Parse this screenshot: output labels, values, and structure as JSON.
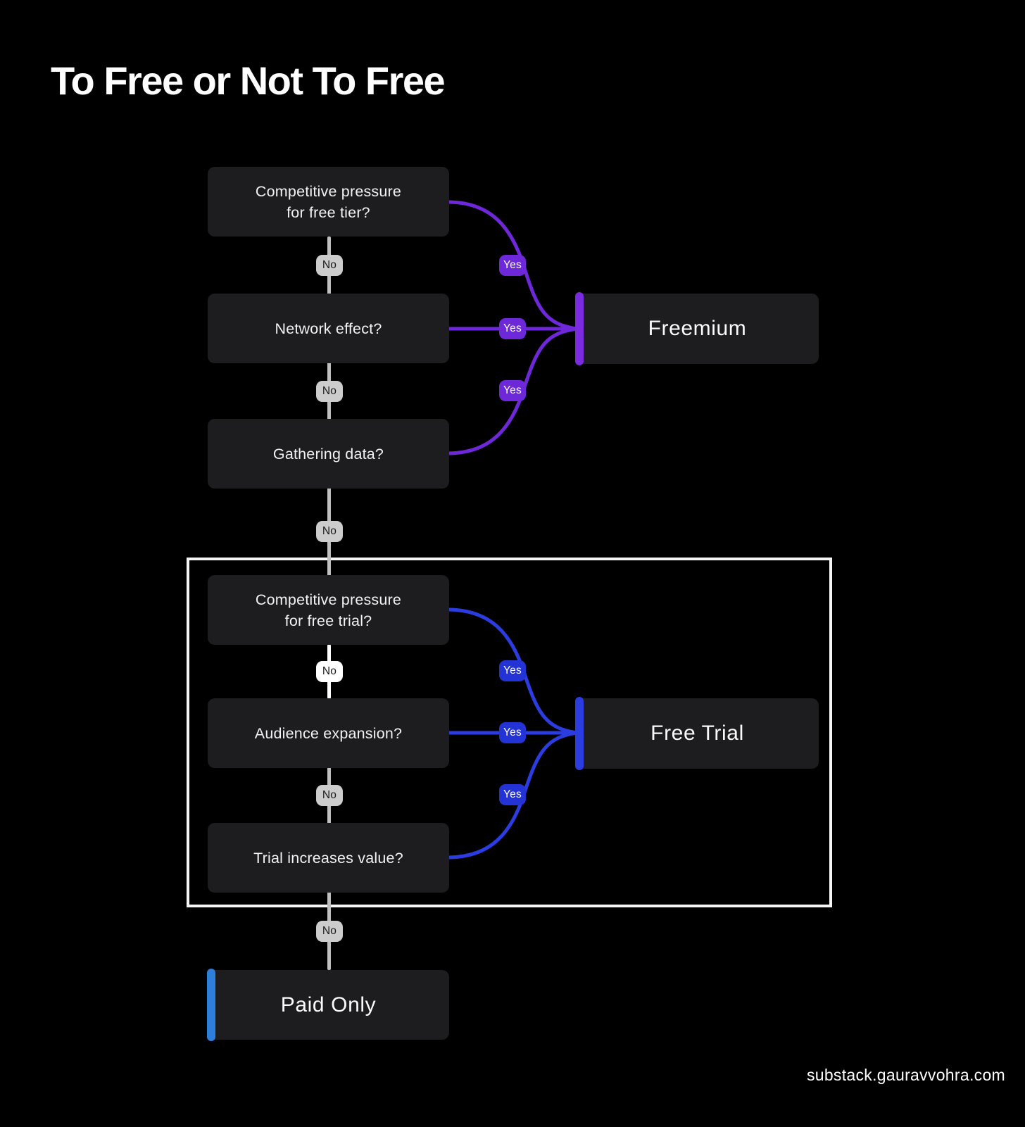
{
  "title": "To Free or Not To Free",
  "watermark": "substack.gauravvohra.com",
  "labels": {
    "yes": "Yes",
    "no": "No"
  },
  "questions": [
    {
      "id": "free-tier-pressure",
      "label": "Competitive pressure\nfor free tier?"
    },
    {
      "id": "network-effect",
      "label": "Network effect?"
    },
    {
      "id": "gathering-data",
      "label": "Gathering data?"
    },
    {
      "id": "free-trial-pressure",
      "label": "Competitive pressure\nfor free trial?"
    },
    {
      "id": "audience-expansion",
      "label": "Audience expansion?"
    },
    {
      "id": "trial-increases-value",
      "label": "Trial increases value?"
    }
  ],
  "outcomes": [
    {
      "id": "freemium",
      "label": "Freemium",
      "accent": "#7b2bdf"
    },
    {
      "id": "free-trial",
      "label": "Free Trial",
      "accent": "#2b3ce0"
    },
    {
      "id": "paid-only",
      "label": "Paid Only",
      "accent": "#2e7fd9"
    }
  ],
  "colors": {
    "background": "#000000",
    "node_fill": "#1d1d20",
    "node_text": "#f2f2f2",
    "connector_gray": "#bfbfbf",
    "connector_white": "#ffffff",
    "no_badge_bg": "#cccccc",
    "no_badge_highlight_bg": "#ffffff",
    "no_badge_text": "#1a1a1a",
    "yes_badge_purple": "#6d28d9",
    "yes_badge_blue": "#2433d6",
    "edge_purple": "#6e28da",
    "edge_blue": "#2b3ce0",
    "frame_border": "#f5f5f5",
    "title_text": "#ffffff"
  }
}
